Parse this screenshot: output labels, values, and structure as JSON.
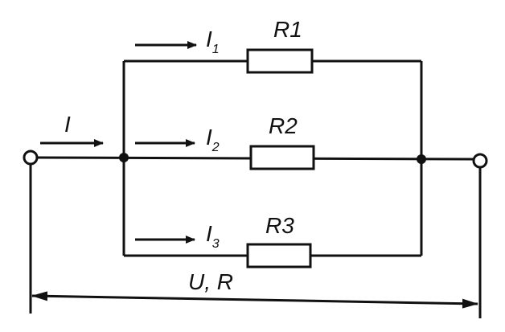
{
  "circuit": {
    "total_current": {
      "symbol": "I"
    },
    "branches": [
      {
        "current": "I",
        "current_index": "1",
        "resistor": "R1"
      },
      {
        "current": "I",
        "current_index": "2",
        "resistor": "R2"
      },
      {
        "current": "I",
        "current_index": "3",
        "resistor": "R3"
      }
    ],
    "measurement": "U, R"
  },
  "colors": {
    "line": "#111111",
    "background": "#ffffff"
  }
}
